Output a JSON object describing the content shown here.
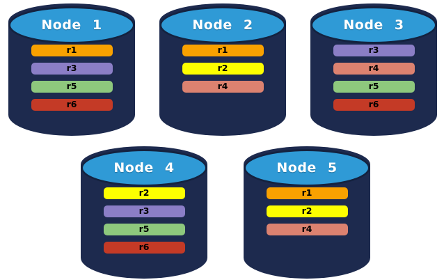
{
  "diagram": {
    "description": "Five database nodes with replica bars"
  },
  "colors": {
    "page_background": "#FFFFFF",
    "cylinder_body": "#1D2A4E",
    "cylinder_top": "#2F9AD6",
    "cylinder_outline": "#14223F",
    "title_text": "#FFFFFF",
    "bar_text": "#000000"
  },
  "replica_colors": {
    "r1": "#F9A100",
    "r2": "#FDFF00",
    "r3": "#8B7EC6",
    "r4": "#DC8270",
    "r5": "#8EC87D",
    "r6": "#C43A26"
  },
  "nodes": [
    {
      "label": "Node 1",
      "row": 1,
      "replicas": [
        "r1",
        "r3",
        "r5",
        "r6"
      ]
    },
    {
      "label": "Node 2",
      "row": 1,
      "replicas": [
        "r1",
        "r2",
        "r4"
      ]
    },
    {
      "label": "Node 3",
      "row": 1,
      "replicas": [
        "r3",
        "r4",
        "r5",
        "r6"
      ]
    },
    {
      "label": "Node 4",
      "row": 2,
      "replicas": [
        "r2",
        "r3",
        "r5",
        "r6"
      ]
    },
    {
      "label": "Node 5",
      "row": 2,
      "replicas": [
        "r1",
        "r2",
        "r4"
      ]
    }
  ]
}
